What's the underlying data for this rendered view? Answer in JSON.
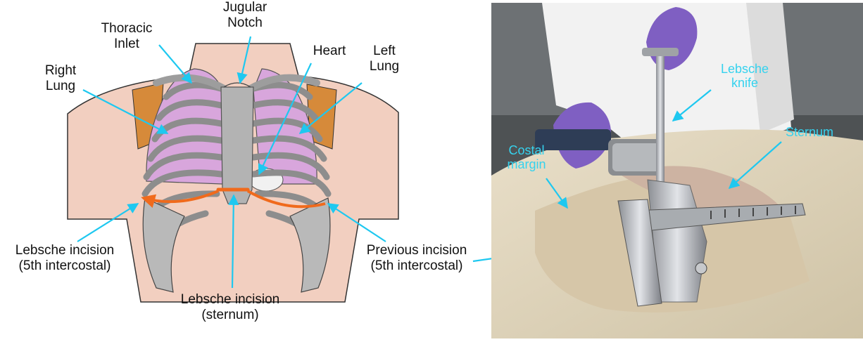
{
  "colors": {
    "arrow": "#1ec8f0",
    "incision": "#f06a1c",
    "lung": "#d8a6dc",
    "skin": "#f2cfc0",
    "bone": "#b4b4b4",
    "photo_label": "#35d2ee"
  },
  "diagram": {
    "labels": {
      "thoracic_inlet": [
        "Thoracic",
        "Inlet"
      ],
      "jugular_notch": [
        "Jugular",
        "Notch"
      ],
      "heart": "Heart",
      "left_lung": [
        "Left",
        "Lung"
      ],
      "right_lung": [
        "Right",
        "Lung"
      ],
      "lebsche_incision_5th": [
        "Lebsche incision",
        "(5th intercostal)"
      ],
      "lebsche_incision_sternum": [
        "Lebsche incision",
        "(sternum)"
      ],
      "previous_incision": [
        "Previous incision",
        "(5th intercostal)"
      ]
    }
  },
  "photo": {
    "labels": {
      "lebsche_knife": [
        "Lebsche",
        "knife"
      ],
      "sternum": "Sternum",
      "costal_margin": [
        "Costal",
        "margin"
      ]
    }
  }
}
